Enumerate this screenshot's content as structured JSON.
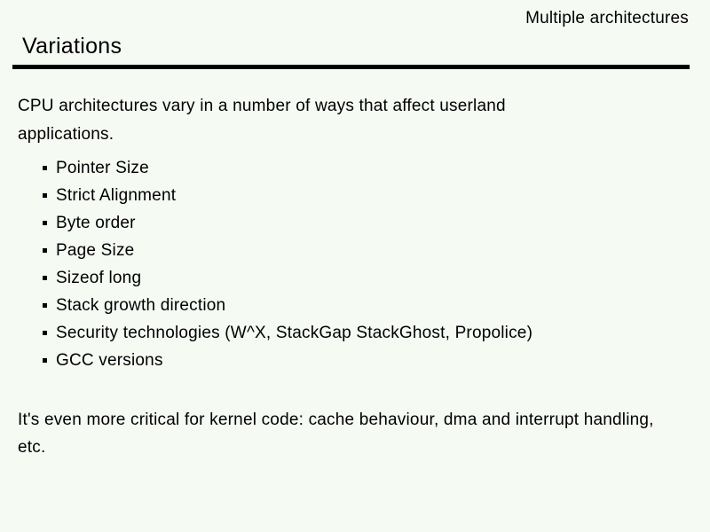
{
  "slide": {
    "header_right": "Multiple architectures",
    "title": "Variations",
    "intro": "CPU architectures vary in a number of ways that affect userland applications.",
    "bullets": [
      "Pointer Size",
      "Strict Alignment",
      "Byte order",
      "Page Size",
      "Sizeof long",
      "Stack growth direction",
      "Security technologies (W^X, StackGap StackGhost, Propolice)",
      "GCC versions"
    ],
    "footer": "It's even more critical for kernel code: cache behaviour, dma and interrupt handling, etc.",
    "colors": {
      "background": "#f5faf3",
      "text": "#000000",
      "rule": "#000000"
    }
  }
}
